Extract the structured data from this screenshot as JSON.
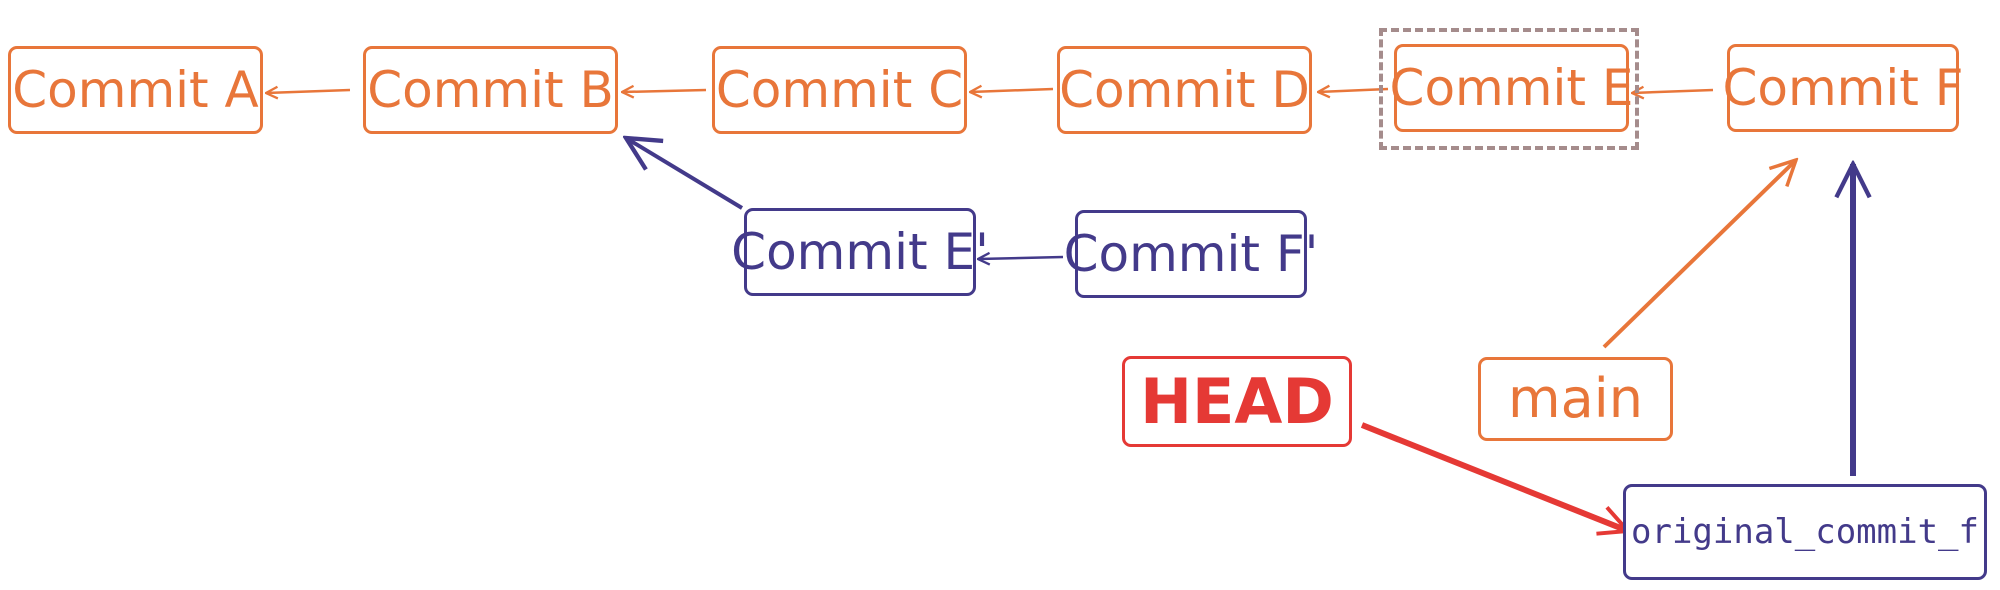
{
  "colors": {
    "orange": "#e8763a",
    "purple": "#433a8a",
    "red": "#e53935",
    "dashed_frame": "#a58c8c"
  },
  "commits": {
    "a": "Commit A",
    "b": "Commit B",
    "c": "Commit C",
    "d": "Commit D",
    "e": "Commit E",
    "f": "Commit F",
    "e_prime": "Commit E'",
    "f_prime": "Commit F'"
  },
  "refs": {
    "head": "HEAD",
    "main": "main",
    "original_commit_f": "original_commit_f"
  }
}
